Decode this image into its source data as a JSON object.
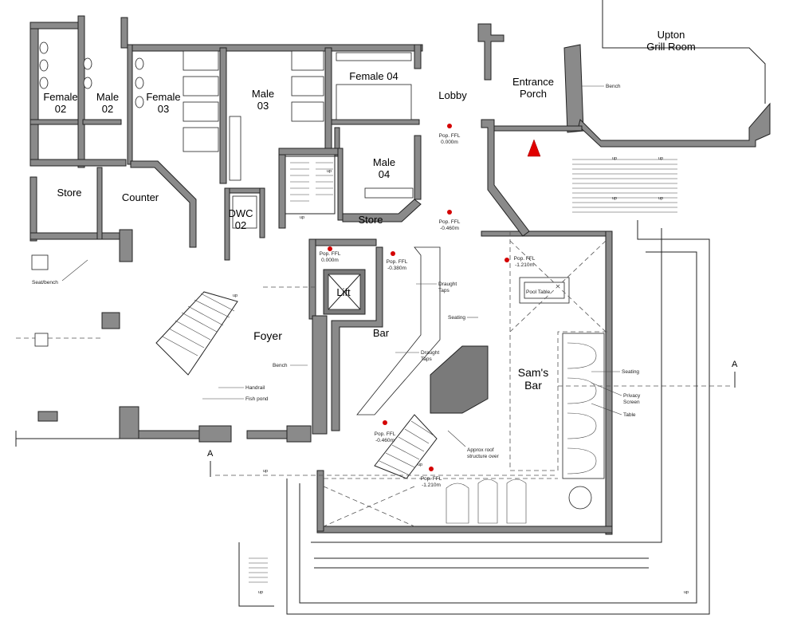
{
  "rooms": {
    "female02": [
      "Female",
      "02"
    ],
    "male02": [
      "Male",
      "02"
    ],
    "female03": [
      "Female",
      "03"
    ],
    "male03": [
      "Male",
      "03"
    ],
    "female04": "Female 04",
    "male04": [
      "Male",
      "04"
    ],
    "lobby": "Lobby",
    "entrance_porch": [
      "Entrance",
      "Porch"
    ],
    "upton_grill_room": [
      "Upton",
      "Grill Room"
    ],
    "store_left": "Store",
    "counter": "Counter",
    "dwc02": [
      "DWC",
      "02"
    ],
    "store_mid": "Store",
    "lift": "Lift",
    "foyer": "Foyer",
    "bar": "Bar",
    "sams_bar": [
      "Sam's",
      "Bar"
    ]
  },
  "annotations": {
    "bench_porch": "Bench",
    "seat_bench": "Seat/bench",
    "draught_taps_1": [
      "Draught",
      "Taps"
    ],
    "draught_taps_2": [
      "Draught",
      "Taps"
    ],
    "seating_bar": "Seating",
    "pool_table": "Pool Table",
    "seating_sams": "Seating",
    "privacy_screen": [
      "Privacy",
      "Screen"
    ],
    "table": "Table",
    "bench_foyer": "Bench",
    "handrail": "Handrail",
    "fish_pond": "Fish pond",
    "roof_structure": [
      "Approx roof",
      "structure over"
    ]
  },
  "levels": {
    "lobby": [
      "Pop. FFL",
      "0.000m"
    ],
    "below_lobby": [
      "Pop. FFL",
      "-0.460m"
    ],
    "store_corridor": [
      "Pop. FFL",
      "0.000m"
    ],
    "bar_top": [
      "Pop. FFL",
      "-0.380m"
    ],
    "sams_bar": [
      "Pop. FFL",
      "-1.210m"
    ],
    "foyer_lower": [
      "Pop. FFL",
      "-0.460m"
    ],
    "bottom": [
      "Pop. FFL",
      "-1.210m"
    ]
  },
  "section_marks": {
    "left": "A",
    "right": "A"
  },
  "stair_label": "up",
  "colors": {
    "wall": "#8a8a8a",
    "entrance_marker": "#e00000",
    "level_marker": "#d40000"
  },
  "icons": {
    "entrance_marker": "red-triangle",
    "level_marker": "red-level-symbol"
  }
}
